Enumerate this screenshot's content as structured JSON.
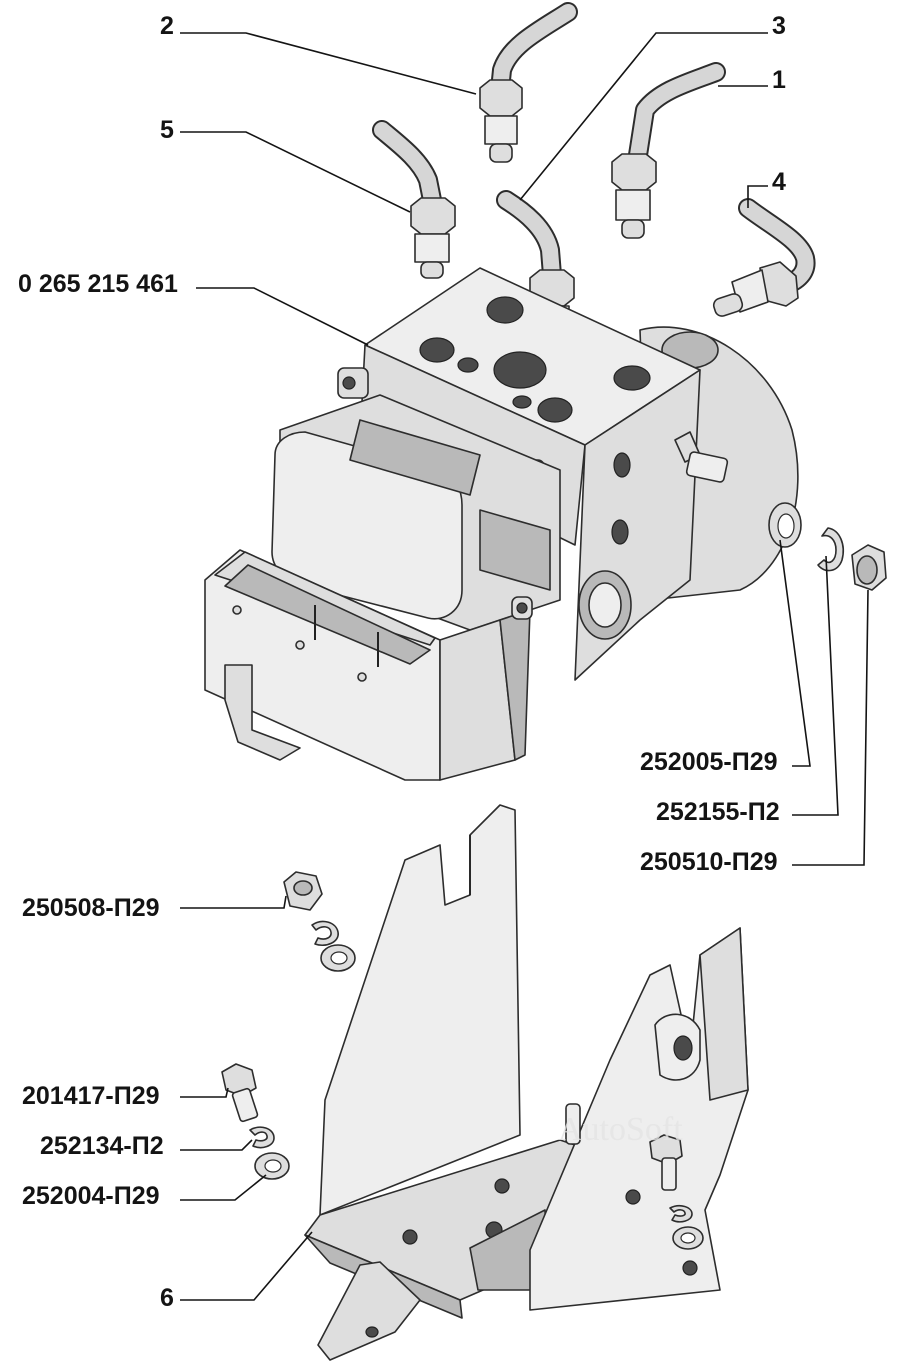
{
  "callouts": {
    "c2": "2",
    "c3": "3",
    "c1": "1",
    "c5": "5",
    "c4": "4",
    "c_unit": "0 265 215 461",
    "c252005": "252005-П29",
    "c252155": "252155-П2",
    "c250510": "250510-П29",
    "c250508": "250508-П29",
    "c201417": "201417-П29",
    "c252134": "252134-П2",
    "c252004": "252004-П29",
    "c6": "6"
  },
  "watermark": "AutoSoft"
}
